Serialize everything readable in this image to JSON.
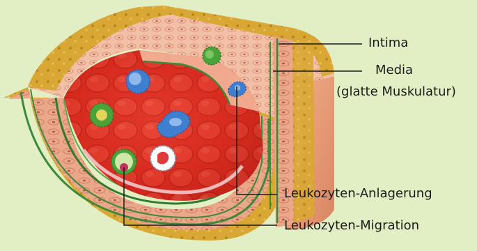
{
  "diagram": {
    "labels": {
      "intima": "Intima",
      "media": "Media",
      "media_sub": "(glatte Muskulatur)",
      "adhesion": "Leukozyten-Anlagerung",
      "migration": "Leukozyten-Migration"
    },
    "colors": {
      "background": "#e2efc4",
      "adventitia": "#d9a733",
      "media_tissue": "#e9a98a",
      "intima_line": "#3a8a3a",
      "lumen_blood": "#d92b1f",
      "leukocyte_blue": "#3f7fd0",
      "leukocyte_green": "#4aa23a"
    }
  }
}
